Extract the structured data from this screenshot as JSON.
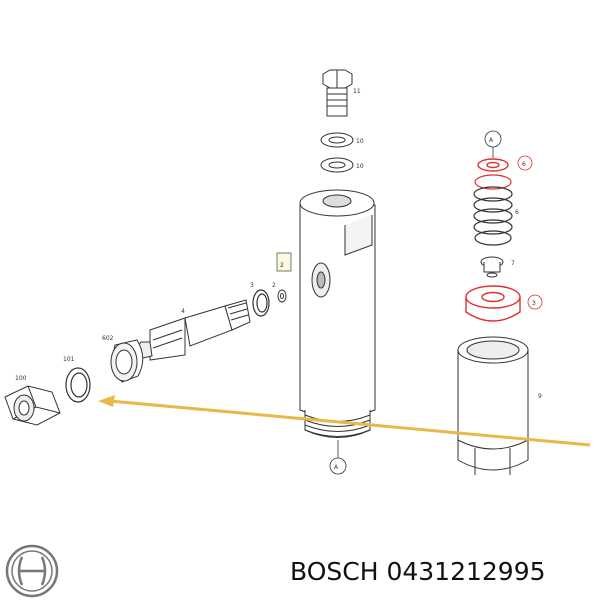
{
  "labels": {
    "bolt": "11",
    "washer_top": "10",
    "washer_bottom": "10",
    "section_box": "2",
    "small_ring": "2",
    "o_ring": "3",
    "valve": "4",
    "fitting": "602",
    "seal": "101",
    "nut": "100",
    "spring_ring": "6",
    "spring": "6",
    "pin": "7",
    "seat": "3",
    "sleeve": "9",
    "marker_top": "A",
    "marker_bottom": "A"
  },
  "brand_text": "BOSCH 0431212995",
  "colors": {
    "arrow": "#e8b84a",
    "highlight": "#e03030",
    "line": "#333333"
  },
  "icons": {
    "brand_logo": "bosch-logo-icon"
  }
}
